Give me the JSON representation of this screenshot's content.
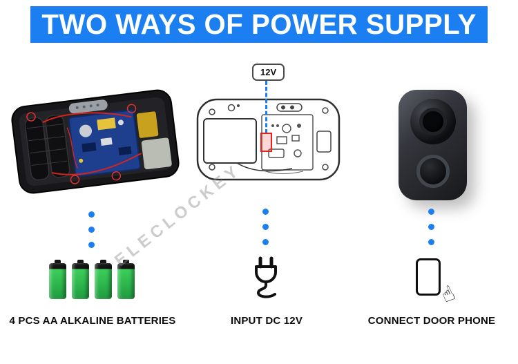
{
  "header": {
    "title": "TWO WAYS OF POWER SUPPLY"
  },
  "watermark": {
    "text": "ELECLOCKEY"
  },
  "callout": {
    "label": "12V"
  },
  "columns": [
    {
      "id": "batteries",
      "caption": "4 PCS AA ALKALINE BATTERIES",
      "icon": "aa-batteries-icon"
    },
    {
      "id": "dc-input",
      "caption": "INPUT DC 12V",
      "icon": "power-plug-icon"
    },
    {
      "id": "door-phone",
      "caption": "CONNECT DOOR PHONE",
      "icon": "phone-tap-icon"
    }
  ],
  "icons": {
    "tap_hand": "☝"
  },
  "colors": {
    "accent_blue": "#1b7ff2",
    "battery_green": "#2eb84e",
    "highlight_red": "#e8211d",
    "header_text": "#ffffff"
  }
}
